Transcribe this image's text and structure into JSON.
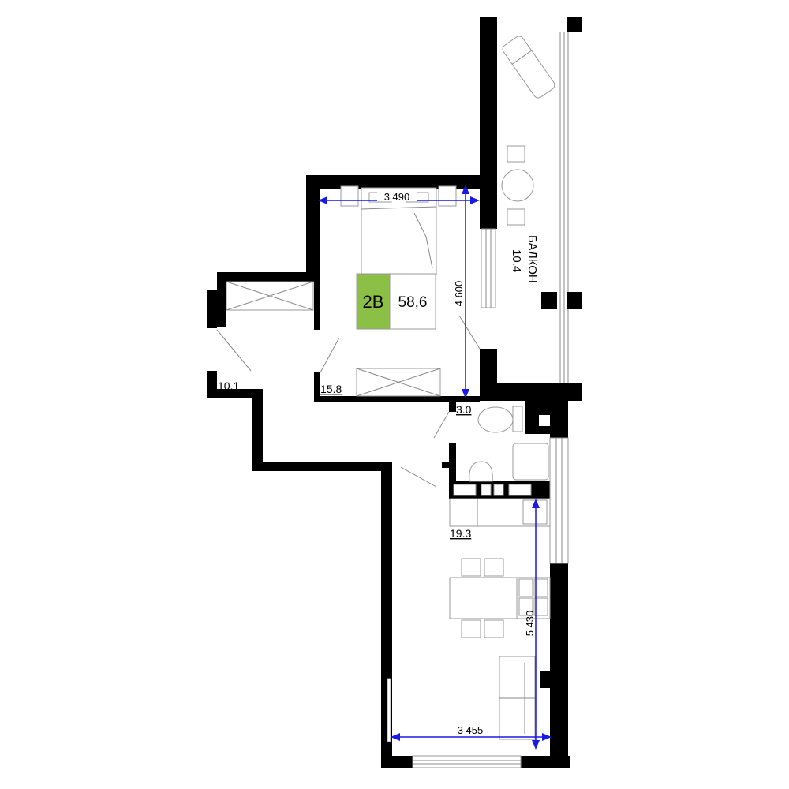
{
  "plan": {
    "type_badge": "2B",
    "total_area": "58,6",
    "badge_color": "#8cbf45",
    "dimension_color": "#1a1ae6",
    "rooms": {
      "balcony_name": "БАЛКОН",
      "balcony_area": "10.4",
      "bedroom_area": "15.8",
      "hall_area": "10.1",
      "bathroom_area": "3.0",
      "living_area": "19.3"
    },
    "dimensions": {
      "bedroom_width": "3 490",
      "bedroom_depth": "4 600",
      "living_depth": "5 430",
      "living_width": "3 455"
    }
  }
}
